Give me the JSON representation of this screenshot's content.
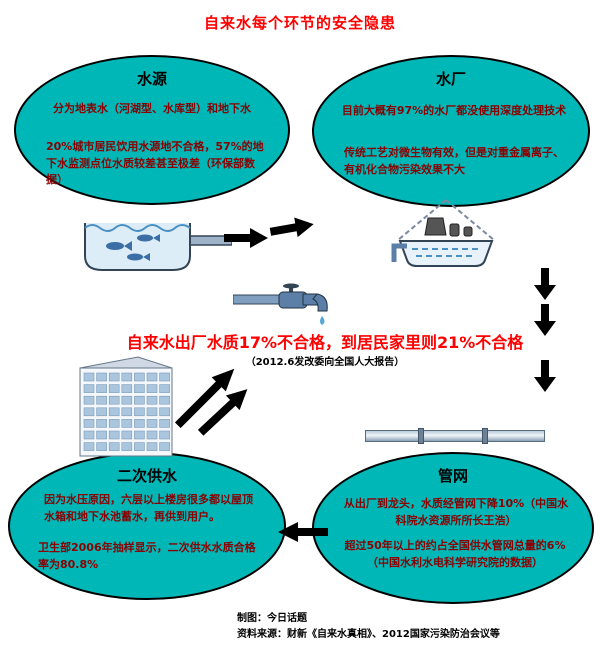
{
  "title": "自来水每个环节的安全隐患",
  "nodes": {
    "source": {
      "title": "水源",
      "p1": "分为地表水（河湖型、水库型）和地下水",
      "p2": "20%城市居民饮用水源地不合格，57%的地下水监测点位水质较差甚至极差（环保部数据）"
    },
    "plant": {
      "title": "水厂",
      "p1": "目前大概有97%的水厂都没使用深度处理技术",
      "p2": "传统工艺对微生物有效，但是对重金属离子、有机化合物污染效果不大"
    },
    "secondary": {
      "title": "二次供水",
      "p1": "因为水压原因，六层以上楼房很多都以屋顶水箱和地下水池蓄水，再供到用户。",
      "p2": "卫生部2006年抽样显示，二次供水水质合格率为80.8%"
    },
    "network": {
      "title": "管网",
      "p1": "从出厂到龙头，水质经管网下降10%（中国水科院水资源所所长王浩）",
      "p2": "超过50年以上的约占全国供水管网总量的6%（中国水利水电科学研究院的数据）"
    }
  },
  "center": {
    "headline": "自来水出厂水质17%不合格，到居民家里则21%不合格",
    "subline": "（2012.6发改委向全国人大报告）"
  },
  "footer": {
    "line1": "制图：今日话题",
    "line2": "资料来源：财新《自来水真相》、2012国家污染防治会议等"
  },
  "colors": {
    "node_fill": "#00b7b7",
    "accent_red": "#ff0000",
    "body_text_red": "#8b0000",
    "arrow_black": "#000000",
    "water_blue": "#4a90c2"
  }
}
